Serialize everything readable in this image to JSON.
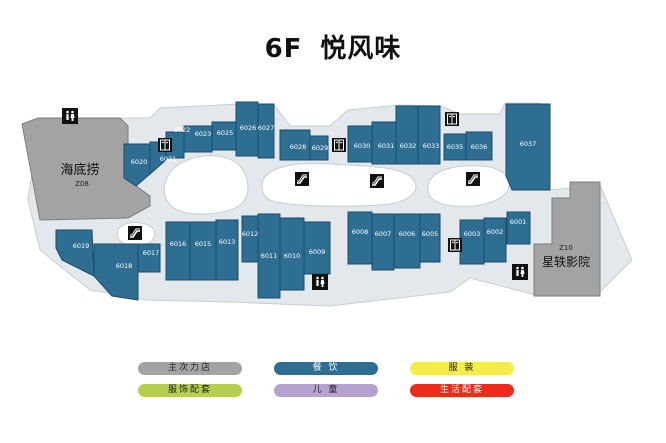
{
  "header": {
    "floor": "6F",
    "name": "悦风味"
  },
  "colors": {
    "anchor": "#a3a3a3",
    "dining": "#2d6e92",
    "apparel": "#f5ec49",
    "accessories": "#b4d04e",
    "kids": "#b6a2d1",
    "lifestyle": "#ee2a1b",
    "corridor": "#e3e8ec",
    "atrium": "#ffffff",
    "icon_bg": "#111111"
  },
  "stores": {
    "s6001": "6001",
    "s6002": "6002",
    "s6003": "6003",
    "s6005": "6005",
    "s6006": "6006",
    "s6007": "6007",
    "s6008": "6008",
    "s6009": "6009",
    "s6010": "6010",
    "s6011": "6011",
    "s6012": "6012",
    "s6013": "6013",
    "s6015": "6015",
    "s6016": "6016",
    "s6017": "6017",
    "s6018": "6018",
    "s6019": "6019",
    "s6020": "6020",
    "s6021": "6021",
    "s6022": "6022",
    "s6023": "6023",
    "s6025": "6025",
    "s6026": "6026",
    "s6027": "6027",
    "s6028": "6028",
    "s6029": "6029",
    "s6030": "6030",
    "s6031": "6031",
    "s6032": "6032",
    "s6033": "6033",
    "s6035": "6035",
    "s6036": "6036",
    "s6037": "6037"
  },
  "anchors": {
    "haidilao": {
      "name": "海底捞",
      "code": "Z08"
    },
    "cinema": {
      "name": "星轶影院",
      "code": "Z10"
    }
  },
  "legend": {
    "anchor": "主次力店",
    "dining": "餐  饮",
    "apparel": "服  装",
    "accessories": "服饰配套",
    "kids": "儿  童",
    "lifestyle": "生活配套"
  }
}
